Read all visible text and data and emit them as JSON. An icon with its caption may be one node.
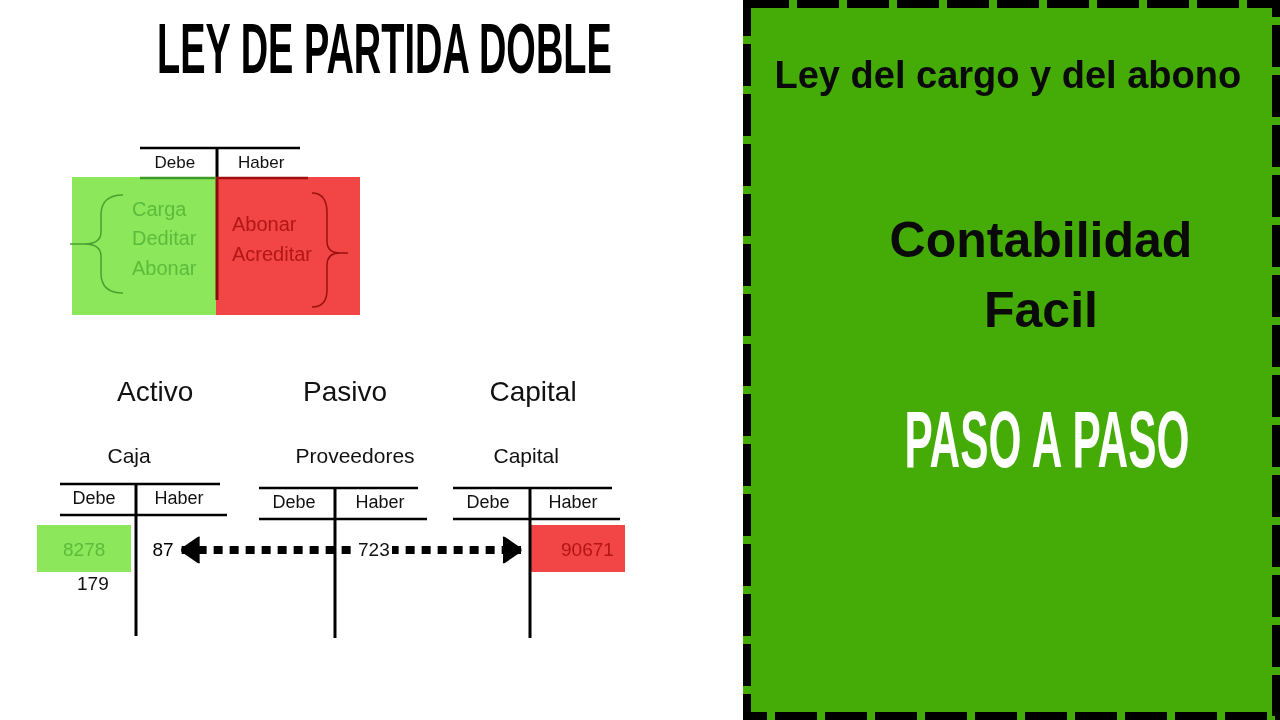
{
  "diagram": {
    "title": "LEY DE PARTIDA DOBLE",
    "nodes": [
      {
        "text": [
          "Carga",
          "Deditar",
          "Abonar"
        ]
      },
      {
        "text": [
          "Abonar",
          "Acreditar"
        ]
      },
      {
        "text": [
          "8278"
        ]
      },
      {
        "text": [
          "87"
        ]
      },
      {
        "text": [
          "90671"
        ]
      },
      {
        "text": [
          "Ley del cargo y del abono",
          "Contabilidad Facil",
          "PASO A PASO"
        ]
      }
    ],
    "edges": [
      {
        "from": 3,
        "to": 4,
        "arrow": "both",
        "style": "dashed"
      }
    ],
    "labels": [
      "Debe",
      "Haber",
      "Activo",
      "Pasivo",
      "Capital",
      "Caja",
      "Proveedores",
      "Capital",
      "Debe",
      "Haber",
      "Debe",
      "Haber",
      "Debe",
      "Haber",
      "723",
      "179"
    ]
  }
}
